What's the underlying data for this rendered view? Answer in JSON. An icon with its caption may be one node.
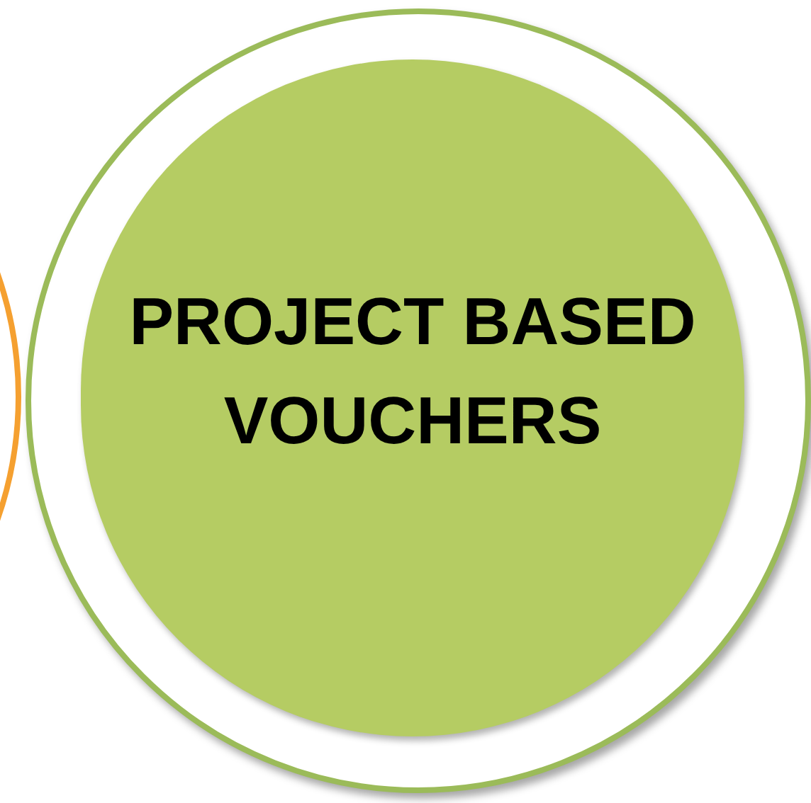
{
  "diagram": {
    "nodes": [
      {
        "text": [],
        "shape": "circle"
      },
      {
        "text": [],
        "shape": "circle"
      },
      {
        "text": [
          "PROJECT BASED VOUCHERS"
        ],
        "in": 1
      }
    ]
  }
}
